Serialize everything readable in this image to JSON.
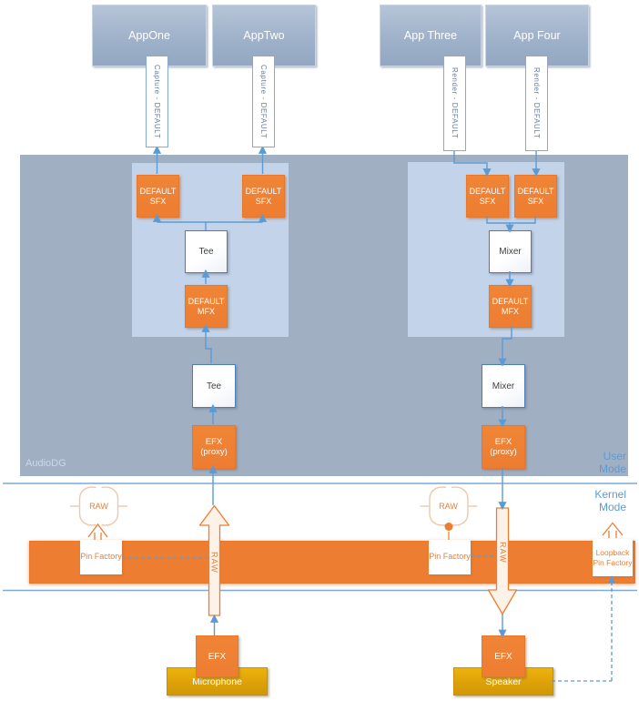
{
  "colors": {
    "orange": "#ED7D31",
    "blue-line": "#5B9BD5",
    "region-dark": "#A1AFC3",
    "region-light": "#C3D3E9",
    "gold": "#DCA007",
    "mode-text": "#5B9BD5",
    "pale-arrow-fill": "#FDF2E8"
  },
  "apps": {
    "app_one": "AppOne",
    "app_two": "AppTwo",
    "app_three": "App Three",
    "app_four": "App Four",
    "capture_stream": "Capture - DEFAULT",
    "render_stream": "Render - DEFAULT"
  },
  "audiodg": {
    "label": "AudioDG"
  },
  "modes": {
    "user": "User Mode",
    "kernel": "Kernel Mode"
  },
  "capture_graph": {
    "sfx_left": "DEFAULT SFX",
    "sfx_right": "DEFAULT SFX",
    "tee_upper": "Tee",
    "mfx": "DEFAULT MFX",
    "tee_lower": "Tee",
    "efx_proxy": "EFX (proxy)"
  },
  "render_graph": {
    "sfx_left": "DEFAULT SFX",
    "sfx_right": "DEFAULT SFX",
    "mixer_upper": "Mixer",
    "mfx": "DEFAULT MFX",
    "mixer_lower": "Mixer",
    "efx_proxy": "EFX (proxy)"
  },
  "kernel": {
    "raw_pin_left": "RAW",
    "raw_pin_right": "RAW",
    "pin_factory_left": "Pin Factory",
    "pin_factory_right": "Pin Factory",
    "loopback_pin_factory": "Loopback Pin Factory",
    "raw_up_arrow": "RAW",
    "raw_down_arrow": "RAW"
  },
  "devices": {
    "microphone_efx": "EFX",
    "microphone": "Microphone",
    "speaker_efx": "EFX",
    "speaker": "Speaker"
  }
}
